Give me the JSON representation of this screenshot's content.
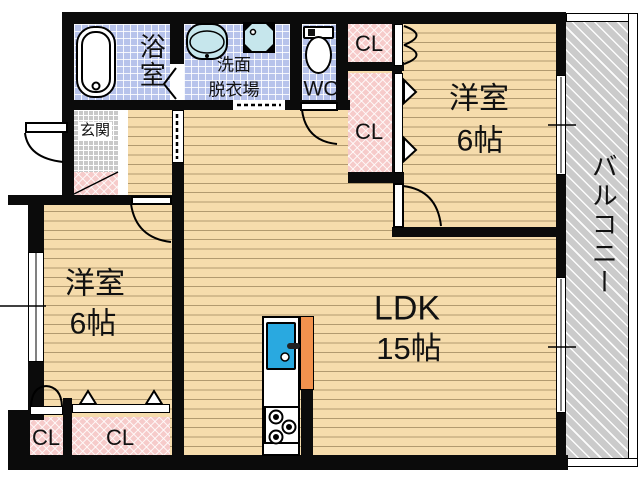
{
  "rooms": {
    "bath": {
      "label": "浴室"
    },
    "washroom": {
      "label_line1": "洗面",
      "label_line2": "脱衣場"
    },
    "toilet": {
      "label": "WC"
    },
    "entrance": {
      "label": "玄関"
    },
    "bedroom_right": {
      "label": "洋室",
      "size": "6帖"
    },
    "bedroom_left": {
      "label": "洋室",
      "size": "6帖"
    },
    "living": {
      "label": "LDK",
      "size": "15帖"
    },
    "balcony": {
      "label": "バルコニー"
    }
  },
  "closets": [
    {
      "label": "CL"
    },
    {
      "label": "CL"
    },
    {
      "label": "CL"
    },
    {
      "label": "CL"
    }
  ],
  "colors": {
    "floor": "#F6DCAC",
    "tile": "#B7C3EB",
    "closet": "#F6CBCA",
    "entrance_tile": "#C9C9C9",
    "balcony": "#CBCBCB",
    "wall": "#0B0B0B",
    "kitchen_sink": "#29A9E0",
    "basin": "#C6E6EC",
    "counter_accent": "#F1924E"
  }
}
